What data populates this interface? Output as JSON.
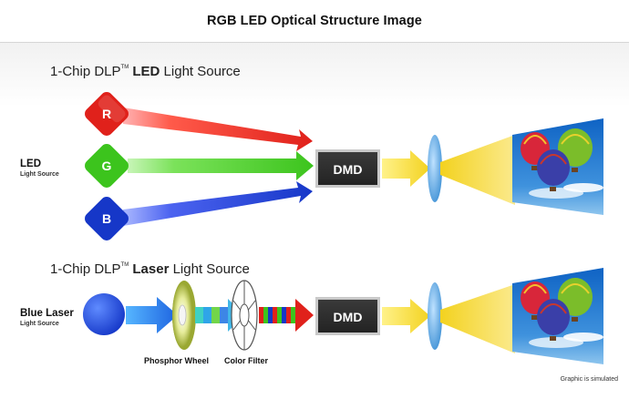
{
  "title": "RGB LED Optical Structure Image",
  "led_section": {
    "title_prefix": "1-Chip DLP",
    "title_tm": "TM",
    "title_bold": "LED",
    "title_suffix": " Light Source",
    "side_label_main": "LED",
    "side_label_sub": "Light Source",
    "diamonds": [
      {
        "letter": "R",
        "color": "#e0211b"
      },
      {
        "letter": "G",
        "color": "#3cc41d"
      },
      {
        "letter": "B",
        "color": "#1637c8"
      }
    ],
    "dmd_label": "DMD"
  },
  "laser_section": {
    "title_prefix": "1-Chip DLP",
    "title_tm": "TM",
    "title_bold": "Laser",
    "title_suffix": " Light Source",
    "side_label_main": "Blue Laser",
    "side_label_sub": "Light Source",
    "phosphor_label": "Phosphor Wheel",
    "filter_label": "Color Filter",
    "dmd_label": "DMD"
  },
  "colors": {
    "red": "#e0211b",
    "green": "#3cc41d",
    "blue": "#1637c8",
    "yellow_beam": "#f3d21f",
    "dmd_box": "#2e2e2e",
    "lens": "#4f9bd6"
  },
  "footnote": "Graphic is simulated"
}
